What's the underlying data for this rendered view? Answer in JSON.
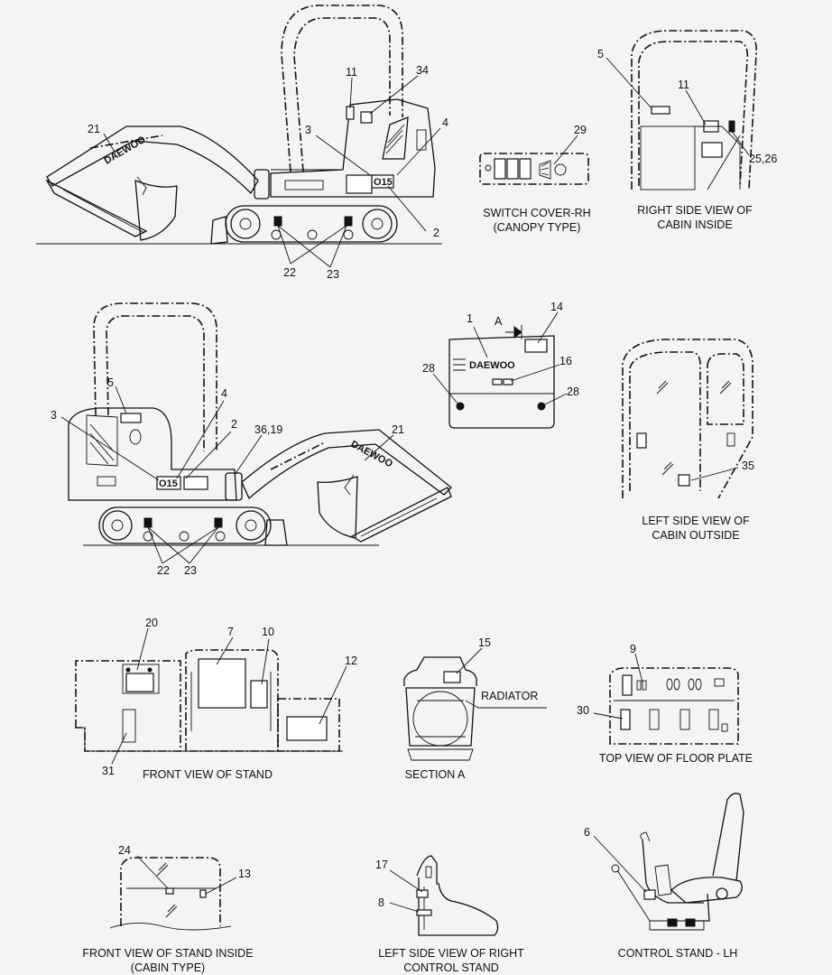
{
  "brand": "DAEWOO",
  "model": "O15",
  "section_mark": "A",
  "radiator_label": "RADIATOR",
  "captions": {
    "switch_cover_1": "SWITCH COVER-RH",
    "switch_cover_2": "(CANOPY TYPE)",
    "right_side_1": "RIGHT SIDE VIEW OF",
    "right_side_2": "CABIN INSIDE",
    "left_side_1": "LEFT SIDE VIEW OF",
    "left_side_2": "CABIN OUTSIDE",
    "front_stand": "FRONT VIEW OF STAND",
    "section_a": "SECTION  A",
    "floor_plate": "TOP VIEW OF FLOOR PLATE",
    "stand_inside_1": "FRONT VIEW OF STAND INSIDE",
    "stand_inside_2": "(CABIN TYPE)",
    "right_control_1": "LEFT SIDE VIEW OF RIGHT",
    "right_control_2": "CONTROL STAND",
    "control_lh": "CONTROL STAND - LH"
  },
  "callouts": {
    "c11a": "11",
    "c34": "34",
    "c21a": "21",
    "c3a": "3",
    "c4a": "4",
    "c2a": "2",
    "c22a": "22",
    "c23a": "23",
    "c29": "29",
    "c5a": "5",
    "c11b": "11",
    "c2526": "25,26",
    "c1": "1",
    "c14": "14",
    "c16": "16",
    "c28a": "28",
    "c28b": "28",
    "c5b": "5",
    "c4b": "4",
    "c3b": "3",
    "c2b": "2",
    "c3619": "36,19",
    "c21b": "21",
    "c22b": "22",
    "c23b": "23",
    "c35": "35",
    "c20": "20",
    "c7": "7",
    "c10": "10",
    "c12": "12",
    "c31": "31",
    "c15": "15",
    "c9": "9",
    "c30": "30",
    "c24": "24",
    "c13": "13",
    "c17": "17",
    "c8": "8",
    "c6": "6"
  }
}
